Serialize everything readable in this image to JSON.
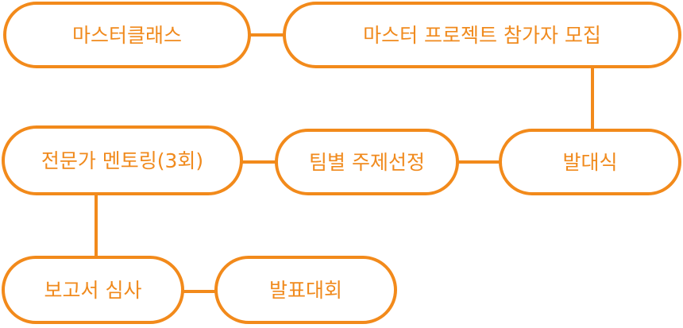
{
  "colors": {
    "accent": "#f28a1b",
    "text": "#f08a1d",
    "background": "#ffffff"
  },
  "nodes": {
    "masterclass": "마스터클래스",
    "recruit": "마스터 프로젝트 참가자 모집",
    "launch": "발대식",
    "topic": "팀별 주제선정",
    "mentoring": "전문가 멘토링(3회)",
    "review": "보고서 심사",
    "presentation": "발표대회"
  }
}
